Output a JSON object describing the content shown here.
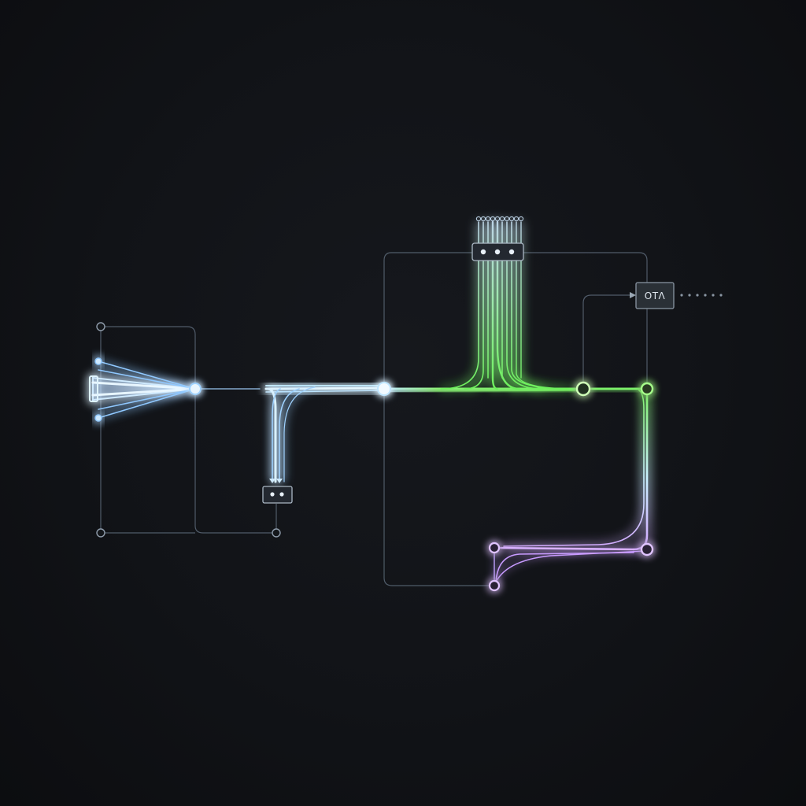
{
  "diagram": {
    "colors": {
      "background": "#111317",
      "frame_line": "#5b6877",
      "blue_glow": "#6fb6ff",
      "cyan_core": "#dff4ff",
      "green_glow": "#5ff25a",
      "violet_glow": "#c89bff",
      "box_fill": "#2a3036",
      "box_stroke": "#8a96a3"
    },
    "output_box": {
      "label": "OTΛ",
      "icon": "arrow-right-icon"
    },
    "port_box_top": {
      "dots": 3
    },
    "port_box_bottom": {
      "dots": 2
    },
    "trailing_dots": 6
  }
}
